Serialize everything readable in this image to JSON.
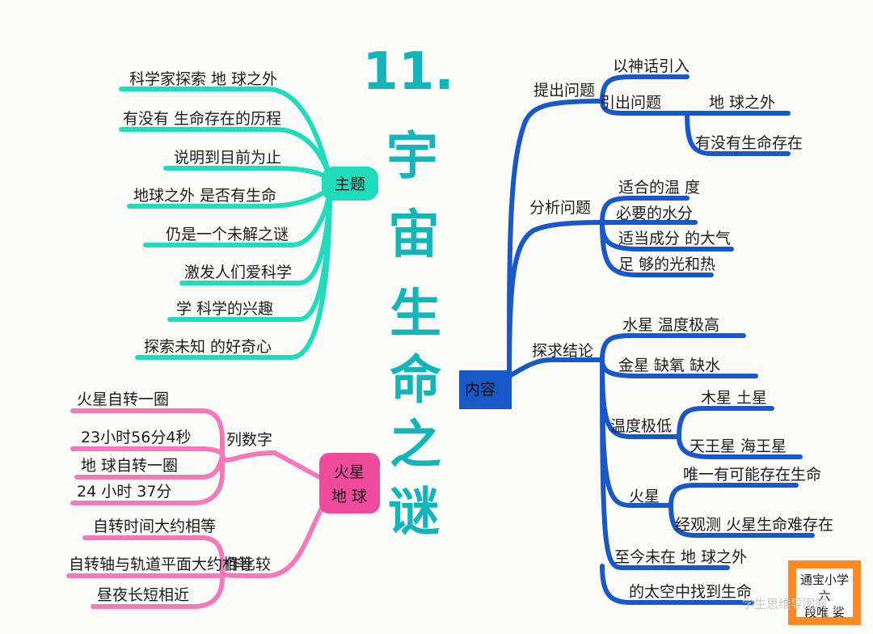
{
  "title": [
    "11.",
    "宇",
    "宙",
    "生",
    "命",
    "之",
    "谜"
  ],
  "colors": {
    "teal": "#20dcbb",
    "blue": "#1a57c8",
    "pink": "#ee4b9d",
    "pink_line": "#f27ab8",
    "orange": "#ff8a22",
    "title": "#14b5b8"
  },
  "theme": {
    "label": "主题",
    "items": [
      "科学家探索 地 球之外",
      "有没有 生命存在的历程",
      "说明到目前为止",
      "地球之外 是否有生命",
      "仍是一个未解之谜",
      "激发人们爱科学",
      "学 科学的兴趣",
      "探索未知 的好奇心"
    ]
  },
  "mars_earth": {
    "label_line1": "火星",
    "label_line2": "地 球",
    "list_label": "列数字",
    "list_items": [
      "火星自转一圈",
      "23小时56分4秒",
      "地 球自转一圈",
      "24 小时 37分"
    ],
    "compare_label": "作比较",
    "compare_items": [
      "自转时间大约相等",
      "自转轴与轨道平面大约相等",
      "昼夜长短相近"
    ]
  },
  "content": {
    "label": "内容",
    "raise": {
      "label": "提出问题",
      "sub1": "以神话引入",
      "sub2": "引出问题",
      "sub2_items": [
        "地 球之外",
        "有没有生命存在"
      ]
    },
    "analyze": {
      "label": "分析问题",
      "items": [
        "适合的温 度",
        "必要的水分",
        "适当成分 的大气",
        "足 够的光和热"
      ]
    },
    "explore": {
      "label": "探求结论",
      "mercury": "水星  温度极高",
      "venus": "金星   缺氧  缺水",
      "cold_label": "温度极低",
      "cold_items": [
        "木星 土星",
        "天王星   海王星"
      ],
      "mars_label": "火星",
      "mars_items": [
        "唯一有可能存在生命",
        "经观测  火星生命难存在"
      ],
      "final_1": "至今未在 地 球之外",
      "final_2": "的太空中找到生命"
    }
  },
  "corner": {
    "lines": [
      "通宝小学",
      "六",
      "段唯 娑"
    ]
  },
  "watermark": "学生思维导图网"
}
